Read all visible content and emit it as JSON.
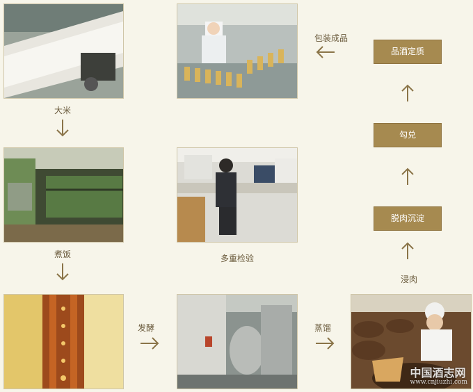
{
  "steps": {
    "rice": "大米",
    "cook": "煮饭",
    "ferment": "发酵",
    "distill": "蒸馏",
    "soak": "浸肉",
    "degrease": "脱肉沉淀",
    "blend": "勾兑",
    "taste": "品酒定质",
    "package": "包装成品",
    "inspect": "多重检验"
  },
  "watermark": {
    "name": "中国酒志网",
    "url": "www.cnjiuzhi.com"
  },
  "colors": {
    "box": "#a68a50",
    "arrow": "#8a7448",
    "background": "#f7f5ea"
  }
}
